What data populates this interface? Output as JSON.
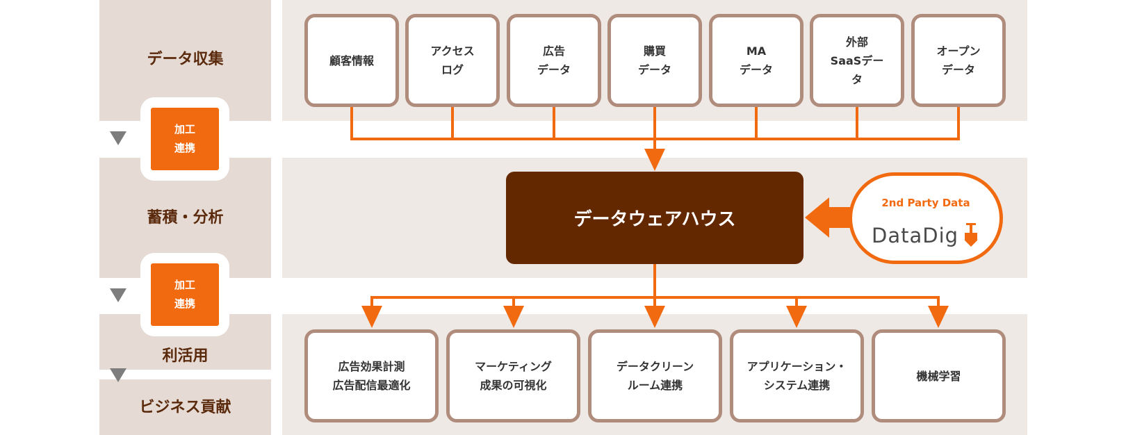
{
  "stages": {
    "collect": "データ収集",
    "store": "蓄積・分析",
    "use": "利活用",
    "contribute": "ビジネス貢献"
  },
  "process_label": [
    "加工",
    "連携"
  ],
  "sources": [
    "顧客情報",
    "アクセス\nログ",
    "広告\nデータ",
    "購買\nデータ",
    "MA\nデータ",
    "外部\nSaaSデー\nタ",
    "オープン\nデータ"
  ],
  "warehouse": "データウェアハウス",
  "second_party": {
    "title": "2nd Party Data",
    "logo_text": "DataDig"
  },
  "outputs": [
    "広告効果計測\n広告配信最適化",
    "マーケティング\n成果の可視化",
    "データクリーン\nルーム連携",
    "アプリケーション・\nシステム連携",
    "機械学習"
  ],
  "colors": {
    "accent": "#f26a10",
    "warehouse": "#632800",
    "box_border": "#b08c7c",
    "label": "#5b2a0c"
  }
}
